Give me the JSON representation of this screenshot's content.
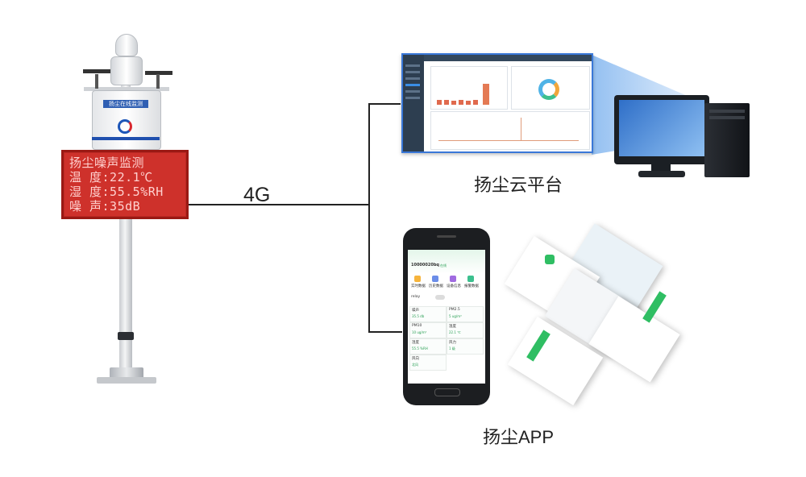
{
  "led_display": {
    "lines": [
      "扬尘噪声监测",
      "温  度:22.1℃",
      "湿  度:55.5%RH",
      "噪  声:35dB"
    ]
  },
  "station_box_label": "扬尘在线监测",
  "connection_label": "4G",
  "cloud_platform_caption": "扬尘云平台",
  "app_caption": "扬尘APP",
  "phone_app": {
    "device_id": "10000020bq",
    "status": "在线",
    "quick_items": [
      "实时数据",
      "历史数据",
      "设备信息",
      "报警数据"
    ],
    "toggle_label": "relay",
    "readings": [
      {
        "label": "噪声",
        "value": "35.5 db"
      },
      {
        "label": "PM2.5",
        "value": "5 ug/m³"
      },
      {
        "label": "PM10",
        "value": "10 ug/m³"
      },
      {
        "label": "温度",
        "value": "22.1 ℃"
      },
      {
        "label": "湿度",
        "value": "55.5 %RH"
      },
      {
        "label": "风力",
        "value": "1 级"
      },
      {
        "label": "风向",
        "value": "北风"
      }
    ]
  },
  "colors": {
    "led_background": "#ce312b",
    "led_text": "#ffd1cf",
    "app_green": "#2fbe63",
    "platform_sidebar": "#2d3e50",
    "connection_line": "#222222"
  },
  "icons": [
    "wind-vane-icon",
    "camera-icon",
    "logo-icon"
  ]
}
